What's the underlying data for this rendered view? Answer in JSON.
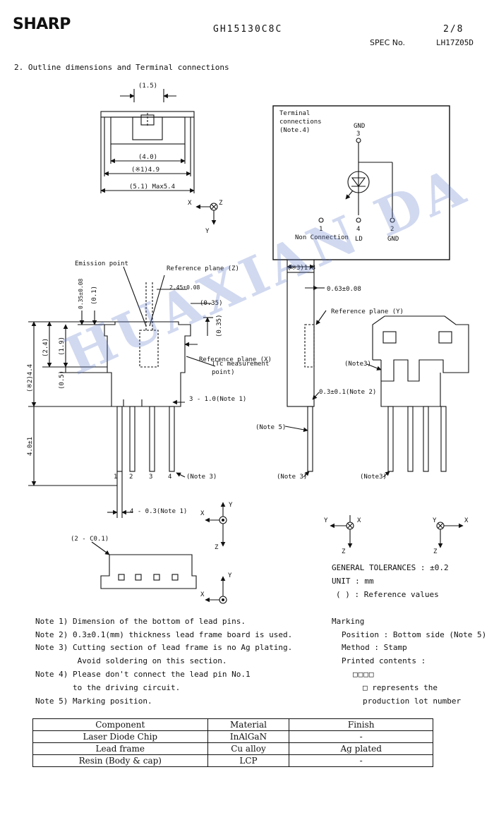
{
  "header": {
    "brand": "SHARP",
    "model": "GH15130C8C",
    "page": "2/8",
    "spec_label": "SPEC No.",
    "spec_no": "LH17Z05D"
  },
  "section_title": "2. Outline dimensions and Terminal connections",
  "watermark": "HUAXIAN DA",
  "top_view": {
    "dim_1_5": "(1.5)",
    "dim_4_0": "(4.0)",
    "dim_4_9": "(※1)4.9",
    "dim_5_1": "(5.1) Max5.4",
    "axis_x": "X",
    "axis_y": "Y",
    "axis_z": "Z"
  },
  "terminal_box": {
    "title_lines": [
      "Terminal",
      "connections",
      "(Note.4)"
    ],
    "pin3_label": "GND",
    "pin3_num": "3",
    "pin1_num": "1",
    "pin1_label": "Non Connection",
    "pin4_num": "4",
    "pin4_label": "LD",
    "pin2_num": "2",
    "pin2_label": "GND"
  },
  "front_view": {
    "emission_point": "Emission point",
    "ref_plane_z": "Reference plane (Z)",
    "dim_2_45": "2.45±0.08",
    "dim_0_35a": "(0.35)",
    "dim_0_35b": "(0.35)",
    "dim_0_35_tol": "0.35±0.08",
    "dim_0_1": "(0.1)",
    "dim_2_4": "(2.4)",
    "dim_1_9": "(1.9)",
    "dim_4_4": "(※2)4.4",
    "dim_0_5": "(0.5)",
    "ref_plane_x": "Reference plane (X)",
    "tc_point_1": "(Tc measurement",
    "tc_point_2": "point)",
    "pitch_note": "3 - 1.0(Note 1)",
    "dim_4_0_1": "4.0±1",
    "pin_1": "1",
    "pin_2": "2",
    "pin_3": "3",
    "pin_4": "4",
    "note3": "(Note 3)",
    "width_note": "4 - 0.3(Note 1)"
  },
  "side_view": {
    "dim_1_8": "(※3)1.8",
    "dim_0_63": "0.63±0.08",
    "ref_plane_y": "Reference plane (Y)",
    "dim_0_3": "0.3±0.1(Note 2)",
    "note5": "(Note 5)",
    "note3": "(Note 3)"
  },
  "back_view": {
    "note3a": "(Note3)",
    "note3b": "(Note3)"
  },
  "bottom_view": {
    "chamfer": "(2 - C0.1)"
  },
  "axes": {
    "x": "X",
    "y": "Y",
    "z": "Z"
  },
  "tolerances": {
    "general": "GENERAL TOLERANCES  : ±0.2",
    "unit": "UNIT  : mm",
    "ref": "( )  : Reference values"
  },
  "notes": [
    "Note 1) Dimension of the bottom of lead pins.",
    "Note 2) 0.3±0.1(mm) thickness lead frame board is used.",
    "Note 3) Cutting section of lead frame is no Ag plating.",
    "         Avoid soldering on this section.",
    "Note 4) Please don't connect the lead pin No.1",
    "        to the driving circuit.",
    "Note 5) Marking position."
  ],
  "marking": {
    "title": "Marking",
    "position": "Position  : Bottom side (Note 5)",
    "method": "Method  : Stamp",
    "printed": "Printed contents  :",
    "boxes": "□□□□",
    "represents_1": "□ represents the",
    "represents_2": "production lot number"
  },
  "materials": {
    "headers": [
      "Component",
      "Material",
      "Finish"
    ],
    "rows": [
      [
        "Laser Diode Chip",
        "InAlGaN",
        "-"
      ],
      [
        "Lead frame",
        "Cu alloy",
        "Ag plated"
      ],
      [
        "Resin (Body & cap)",
        "LCP",
        "-"
      ]
    ]
  }
}
